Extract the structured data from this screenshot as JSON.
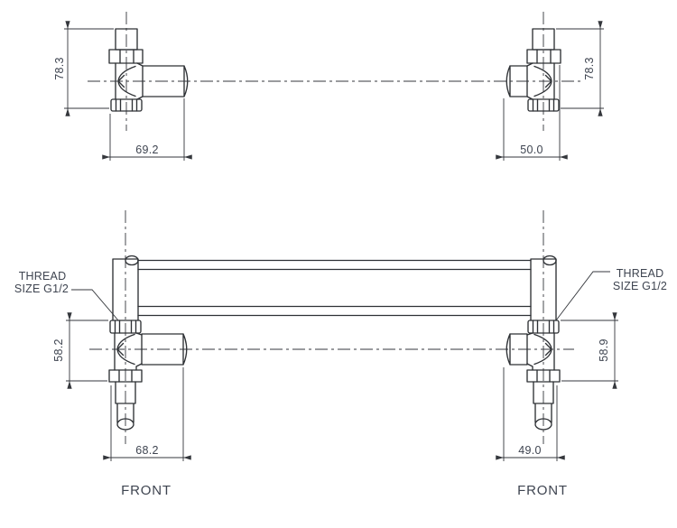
{
  "drawing_title": "valve-assembly-technical-drawing",
  "colors": {
    "background": "#ffffff",
    "line": "#2e3135",
    "text": "#3e4450"
  },
  "views": {
    "top_left": {
      "height_dim": "78.3",
      "width_dim": "69.2"
    },
    "top_right": {
      "height_dim": "78.3",
      "width_dim": "50.0"
    },
    "bottom_left": {
      "height_dim": "58.2",
      "width_dim": "68.2",
      "thread_label_line1": "THREAD",
      "thread_label_line2": "SIZE G1/2",
      "view_label": "FRONT"
    },
    "bottom_right": {
      "height_dim": "58.9",
      "width_dim": "49.0",
      "thread_label_line1": "THREAD",
      "thread_label_line2": "SIZE G1/2",
      "view_label": "FRONT"
    }
  }
}
